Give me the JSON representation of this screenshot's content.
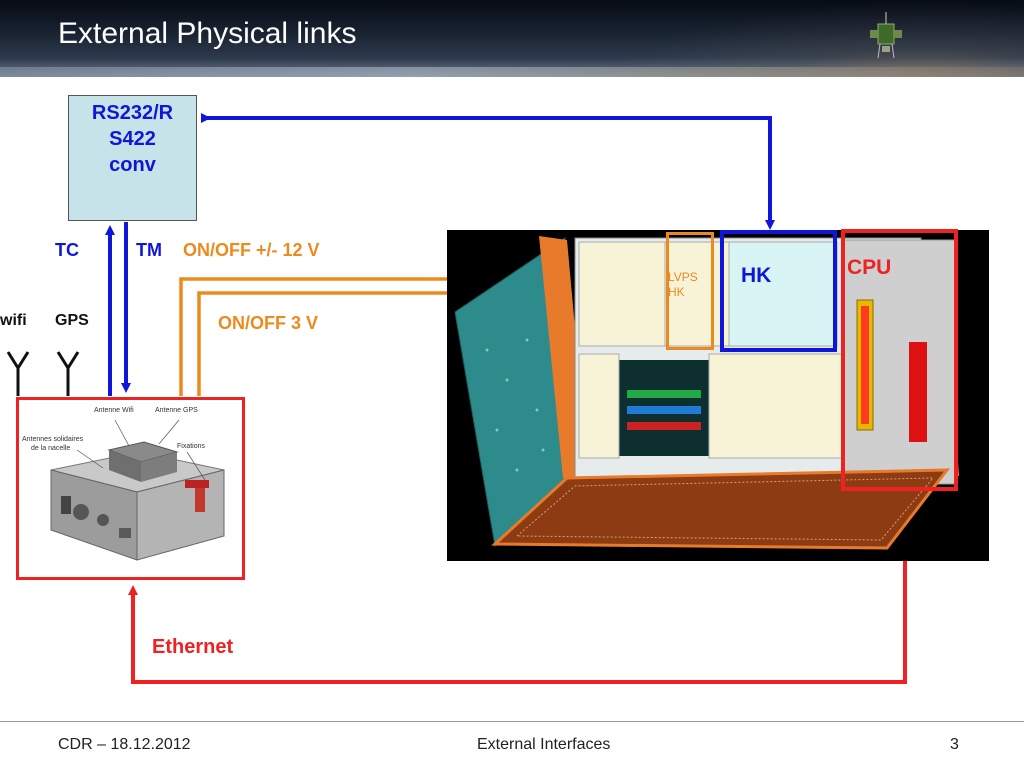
{
  "slide": {
    "title": "External Physical links",
    "page_number": "3"
  },
  "converter": {
    "line1": "RS232/R",
    "line2": "S422",
    "line3": "conv"
  },
  "labels": {
    "tc": "TC",
    "tm": "TM",
    "onoff_12v": "ON/OFF +/- 12 V",
    "onoff_3v": "ON/OFF 3 V",
    "wifi": "wifi",
    "gps": "GPS",
    "ethernet": "Ethernet",
    "lvps_line1": "LVPS",
    "lvps_line2": "HK",
    "hk": "HK",
    "cpu": "CPU"
  },
  "device_callouts": {
    "antenne_wifi": "Antenne Wifi",
    "antenne_gps": "Antenne GPS",
    "antennes_line1": "Antennes solidaires",
    "antennes_line2": "de la nacelle",
    "fixations": "Fixations"
  },
  "footer": {
    "left": "CDR – 18.12.2012",
    "center": "External Interfaces"
  },
  "colors": {
    "blue_link": "#1016d8",
    "orange_link": "#ec8a1e",
    "red_link": "#ee2222",
    "converter_fill": "#c5e3e8"
  }
}
